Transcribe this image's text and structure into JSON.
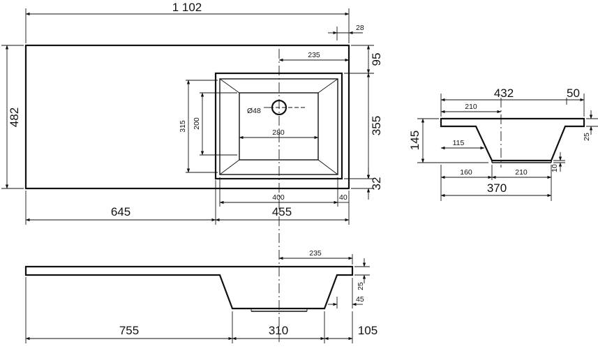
{
  "top_view": {
    "overall_length": "1 102",
    "overall_depth": "482",
    "edge_offset_right": "28",
    "drain_offset_top": "235",
    "rim_top": "95",
    "bowl_depth_outer": "355",
    "rim_bottom": "32",
    "bowl_height_outer": "315",
    "bowl_height_inner": "200",
    "drain_diameter": "Ø48",
    "bowl_width_inner": "280",
    "bowl_width": "400",
    "rim_right": "40",
    "left_section": "645",
    "right_section": "455"
  },
  "front_view": {
    "drain_offset": "235",
    "slab_thickness": "25",
    "right_edge": "45",
    "left_section": "755",
    "bowl_section": "310",
    "right_section": "105"
  },
  "side_view": {
    "total_width": "432",
    "overhang": "50",
    "drain_offset": "210",
    "total_height": "145",
    "slab_thickness": "25",
    "inner_offset": "115",
    "bottom_offset": "160",
    "bottom_width": "210",
    "bottom_thickness": "10",
    "base_width": "370"
  }
}
